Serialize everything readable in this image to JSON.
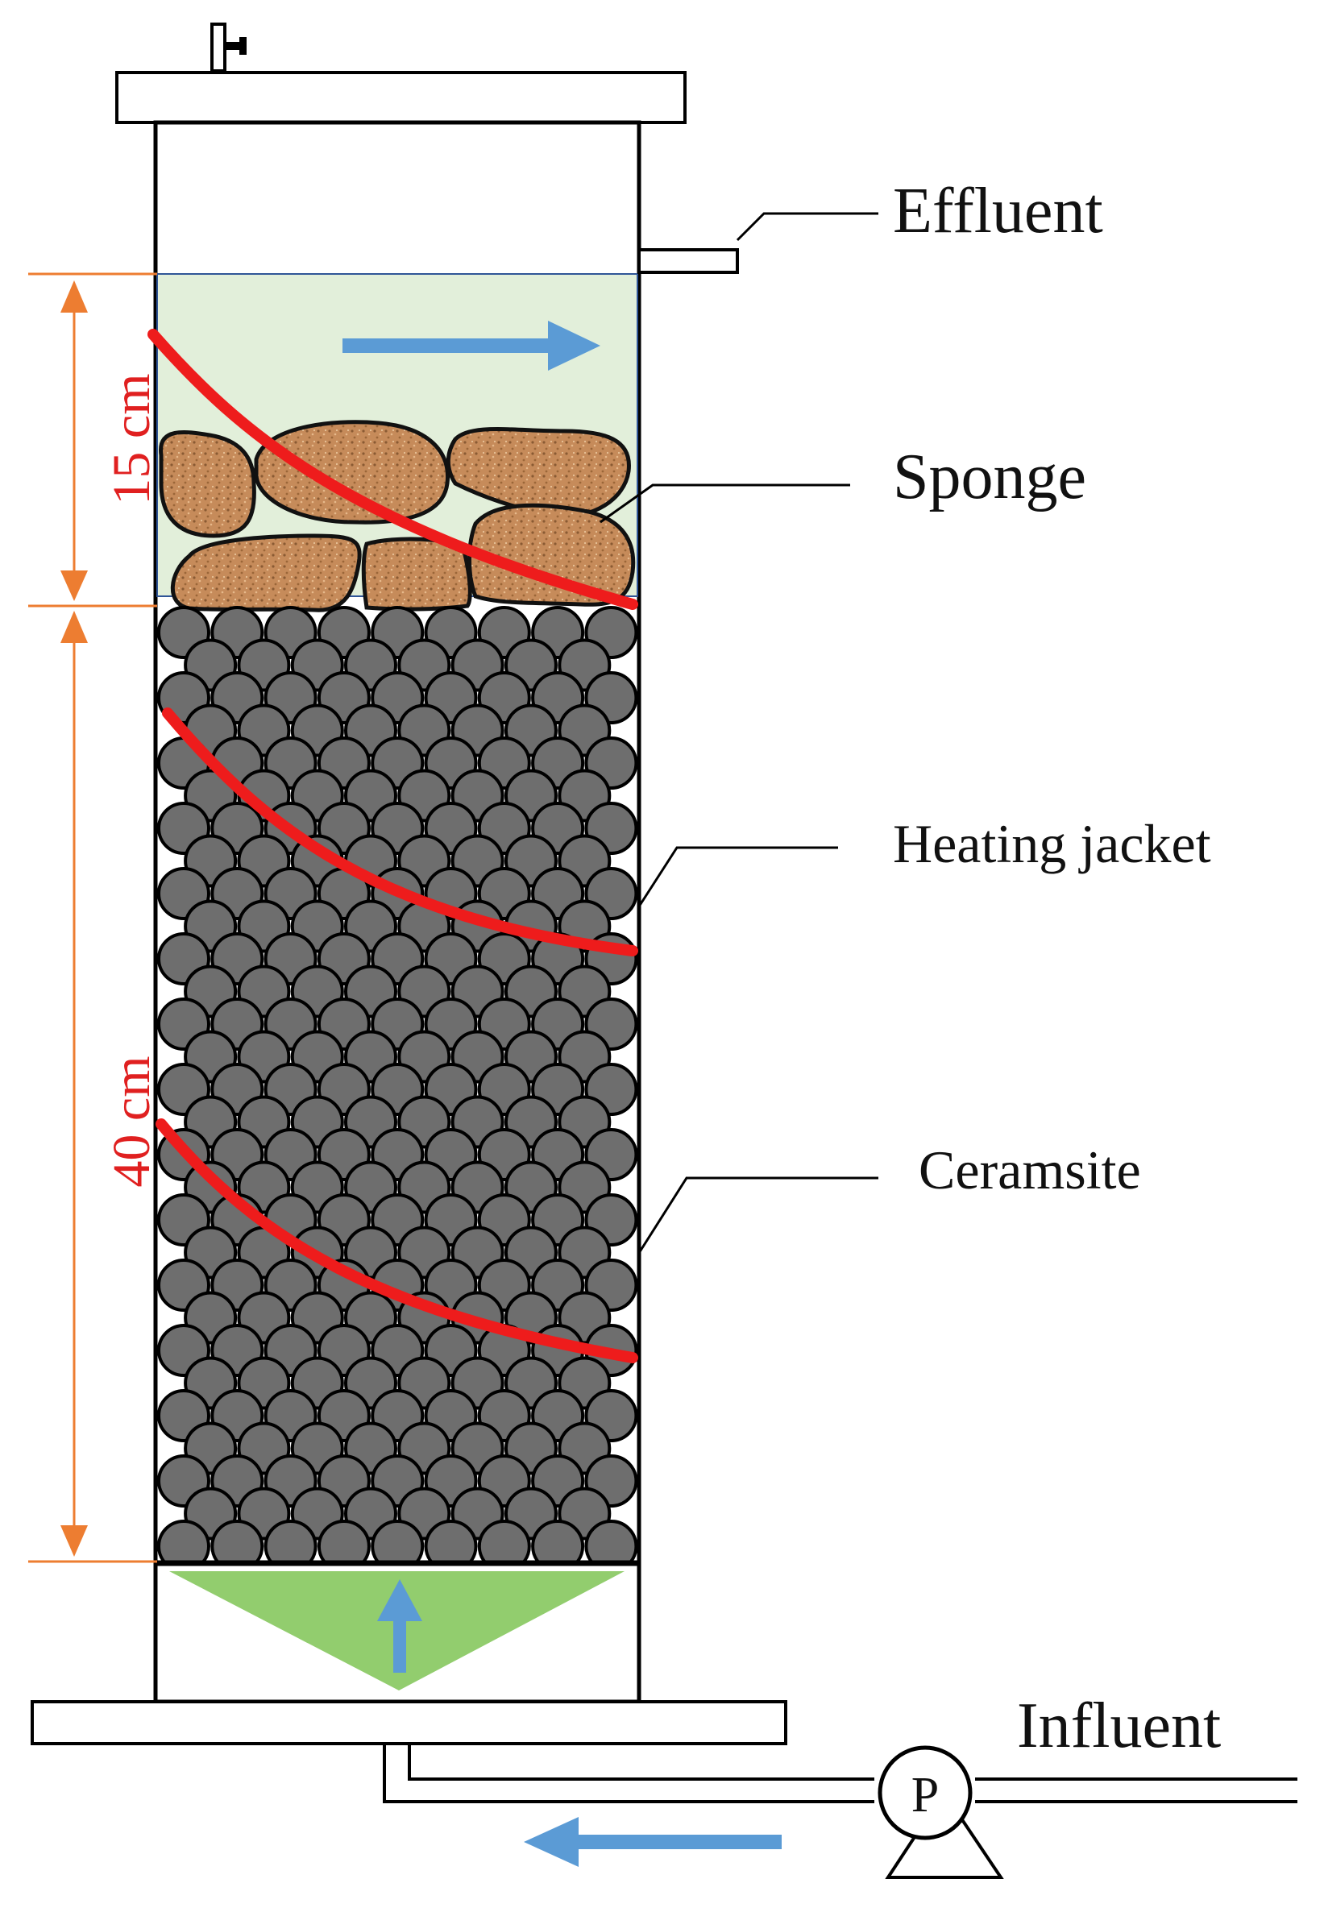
{
  "labels": {
    "effluent": "Effluent",
    "sponge": "Sponge",
    "heating_jacket": "Heating jacket",
    "ceramsite": "Ceramsite",
    "influent": "Influent",
    "pump": "P"
  },
  "dimensions": {
    "sponge_zone": "15 cm",
    "ceramsite_zone": "40 cm"
  },
  "colors": {
    "outline": "#000000",
    "heating_wire": "#ee1c1c",
    "flow_arrow": "#5b9bd5",
    "dimension": "#ed7d31",
    "dimension_text": "#e02020",
    "sponge_zone_fill": "#e2efda",
    "sponge_fill": "#c68b5a",
    "ceramsite_fill": "#6e6e6e",
    "distributor_fill": "#92cd6e"
  }
}
